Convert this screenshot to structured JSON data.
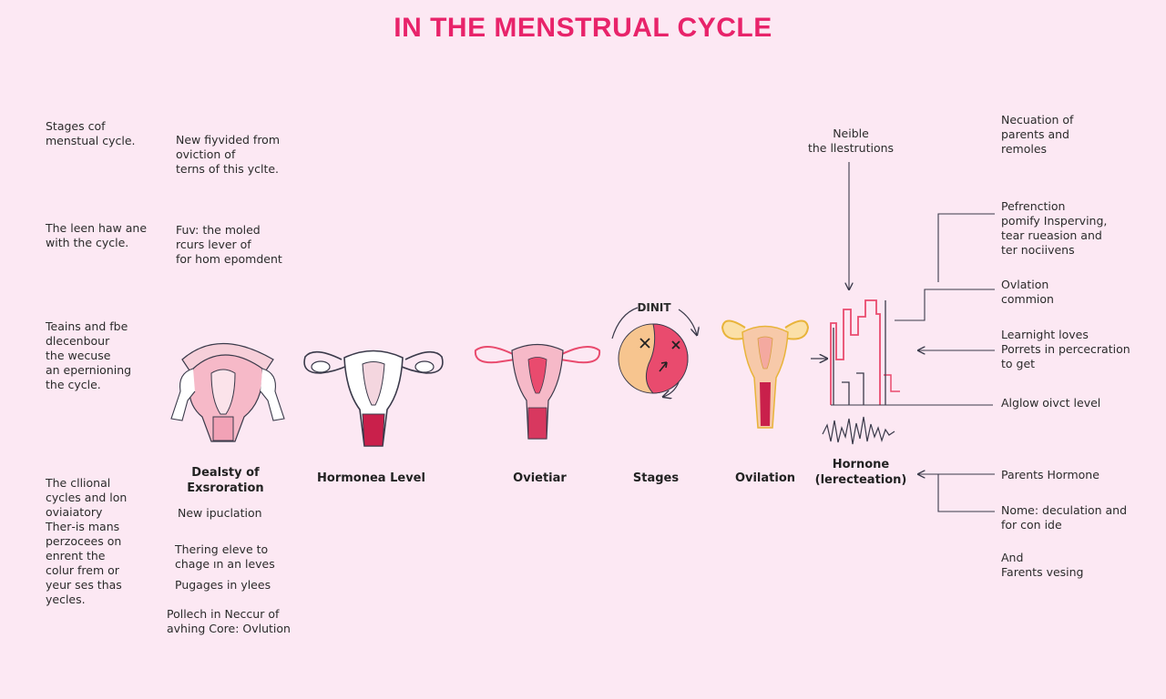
{
  "title": "IN THE MENSTRUAL CYCLE",
  "left_notes": [
    "Stages cof\nmenstual cycle.",
    "The leen haw ane\nwith the cycle.",
    "Teains and fbe\ndlecenbour\nthe wecuse\nan epernioning\nthe cycle.",
    "The cllional\ncycles and lon\noviaiatory\nTher‑is mans\nperzocees on\nenrent the\ncolur frem or\nyeur ses thas\nyecles."
  ],
  "col2_notes": [
    "New fiyvided from\noviction of\nterns of this yclte.",
    "Fuv: the moled\nrcurs lever of\nfor hom epomdent",
    "New ipuclation",
    "Thering eleve to\nchage ın an leves",
    "Pugages in ylees",
    "Pollech in Neccur of\navhing Core: Ovlution"
  ],
  "stage_labels": [
    "Dealsty of\nExsroration",
    "Hormonea Level",
    "Ovietiar",
    "Stages",
    "Ovilation",
    "Hornone\n(lerecteation)"
  ],
  "pie_label": "DINIT",
  "top_note": "Neible\nthe llestrutions",
  "right_notes": [
    "Necuation of\nparents and\nremoles",
    "Pefrenction\npomify Insperving,\ntear rueasion and\nter nociivens",
    "Ovlation\ncommion",
    "Learnight loves\nPorrets in percecration\nto get",
    "Alglow oivct level",
    "Parents Hormone",
    "Nome: deculation and\nfor con ide",
    "And\nFarents vesing"
  ],
  "colors": {
    "accent": "#e8236a",
    "pink_light": "#f6b9c8",
    "pink_mid": "#e94b6e",
    "peach": "#f7c58f",
    "gold": "#e8b43a",
    "outline": "#3a3a4a"
  }
}
